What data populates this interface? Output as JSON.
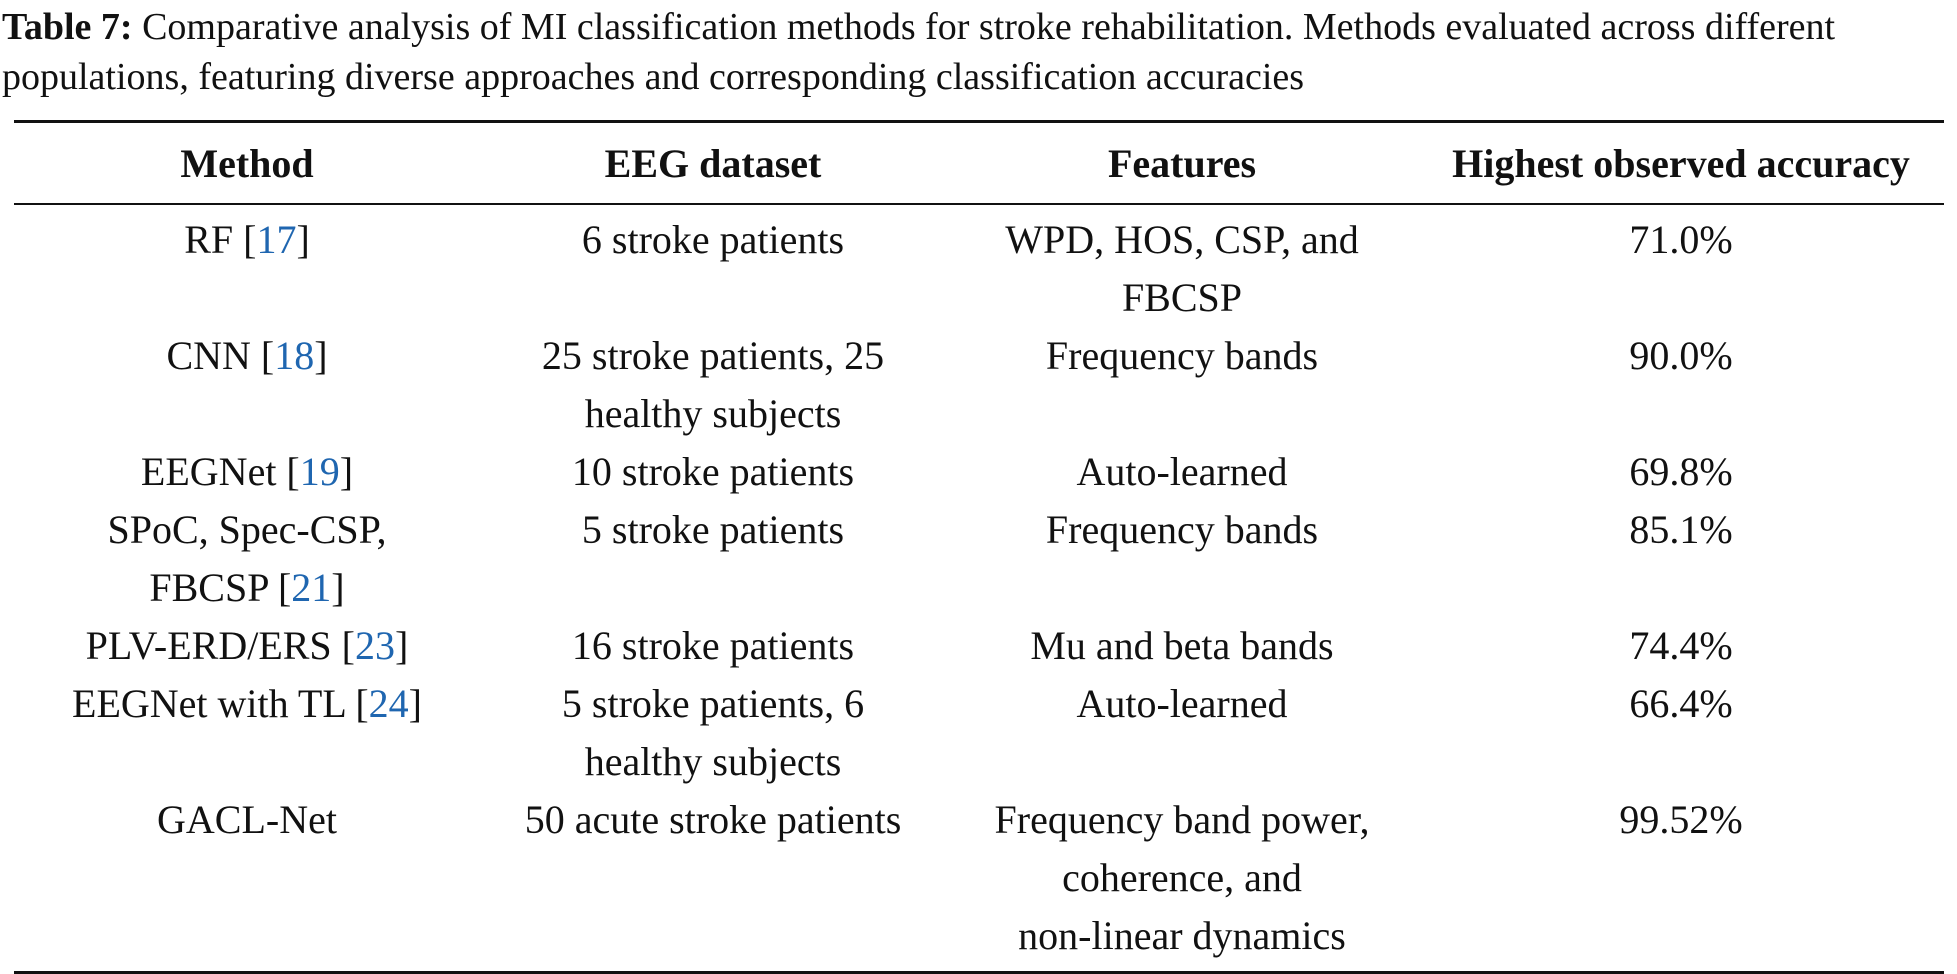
{
  "caption": {
    "label": "Table 7:",
    "line1": " Comparative analysis of MI classification methods for stroke rehabilitation. Methods evaluated across different",
    "line2": "populations, featuring diverse approaches and corresponding classification accuracies"
  },
  "table": {
    "headers": [
      "Method",
      "EEG dataset",
      "Features",
      "Highest observed accuracy"
    ],
    "rows": [
      {
        "method": [
          "RF ["
        ],
        "method_ref": "17",
        "method_tail": "]",
        "dataset": [
          "6 stroke patients"
        ],
        "features": [
          "WPD, HOS, CSP, and",
          "FBCSP"
        ],
        "accuracy": "71.0%"
      },
      {
        "method": [
          "CNN ["
        ],
        "method_ref": "18",
        "method_tail": "]",
        "dataset": [
          "25 stroke patients, 25",
          "healthy subjects"
        ],
        "features": [
          "Frequency bands"
        ],
        "accuracy": "90.0%"
      },
      {
        "method": [
          "EEGNet ["
        ],
        "method_ref": "19",
        "method_tail": "]",
        "dataset": [
          "10 stroke patients"
        ],
        "features": [
          "Auto-learned"
        ],
        "accuracy": "69.8%"
      },
      {
        "method": [
          "SPoC, Spec-CSP,",
          "FBCSP ["
        ],
        "method_ref": "21",
        "method_tail": "]",
        "dataset": [
          "5 stroke patients"
        ],
        "features": [
          "Frequency bands"
        ],
        "accuracy": "85.1%"
      },
      {
        "method": [
          "PLV-ERD/ERS ["
        ],
        "method_ref": "23",
        "method_tail": "]",
        "dataset": [
          "16 stroke patients"
        ],
        "features": [
          "Mu and beta bands"
        ],
        "accuracy": "74.4%"
      },
      {
        "method": [
          "EEGNet with TL ["
        ],
        "method_ref": "24",
        "method_tail": "]",
        "dataset": [
          "5 stroke patients, 6",
          "healthy subjects"
        ],
        "features": [
          "Auto-learned"
        ],
        "accuracy": "66.4%"
      },
      {
        "method": [
          "GACL-Net"
        ],
        "method_ref": "",
        "method_tail": "",
        "dataset": [
          "50 acute stroke patients"
        ],
        "features": [
          "Frequency band power,",
          "coherence, and",
          "non-linear dynamics"
        ],
        "accuracy": "99.52%"
      }
    ]
  }
}
